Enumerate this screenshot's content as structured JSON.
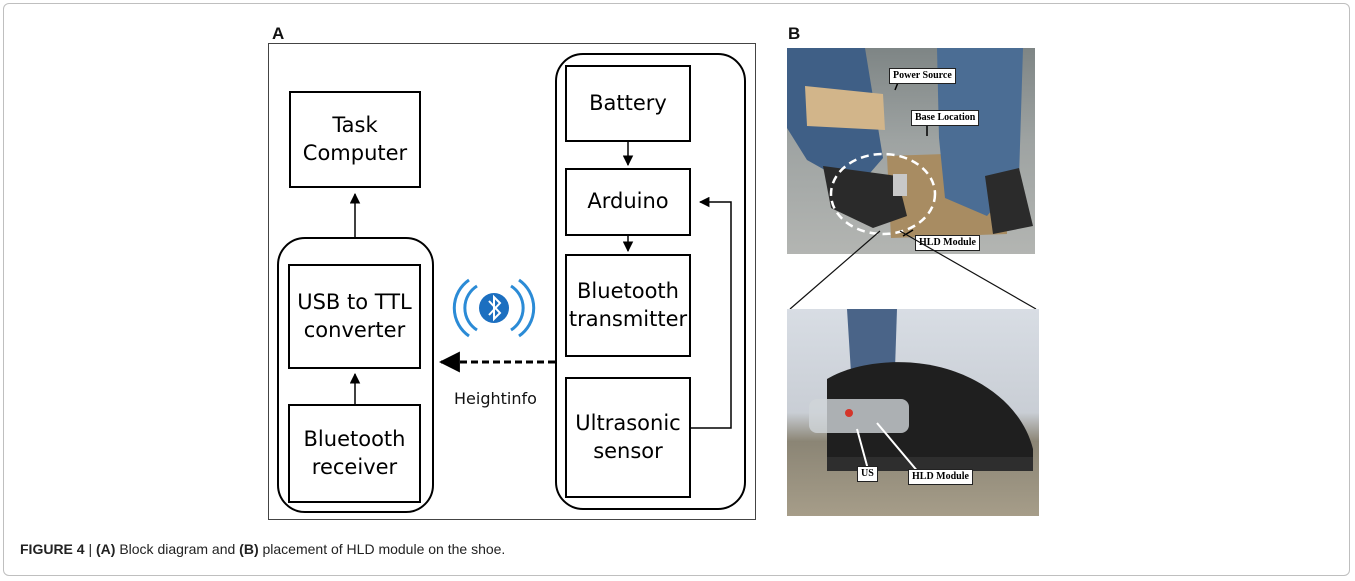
{
  "panel_a": {
    "label": "A",
    "blocks": {
      "task_computer": "Task\nComputer",
      "usb_ttl": "USB to TTL\nconverter",
      "bt_receiver": "Bluetooth\nreceiver",
      "battery": "Battery",
      "arduino": "Arduino",
      "bt_transmitter": "Bluetooth\ntransmitter",
      "ultrasonic": "Ultrasonic\nsensor"
    },
    "link_label": "Heightinfo"
  },
  "panel_b": {
    "label": "B",
    "callouts": {
      "power_source": "Power Source",
      "base_location": "Base Location",
      "hld_module_top": "HLD Module",
      "us": "US",
      "hld_module_bottom": "HLD Module"
    }
  },
  "caption": {
    "figure": "FIGURE 4",
    "sep": " | ",
    "a_tag": "(A)",
    "a_text": " Block diagram and ",
    "b_tag": "(B)",
    "b_text": " placement of HLD module on the shoe."
  }
}
